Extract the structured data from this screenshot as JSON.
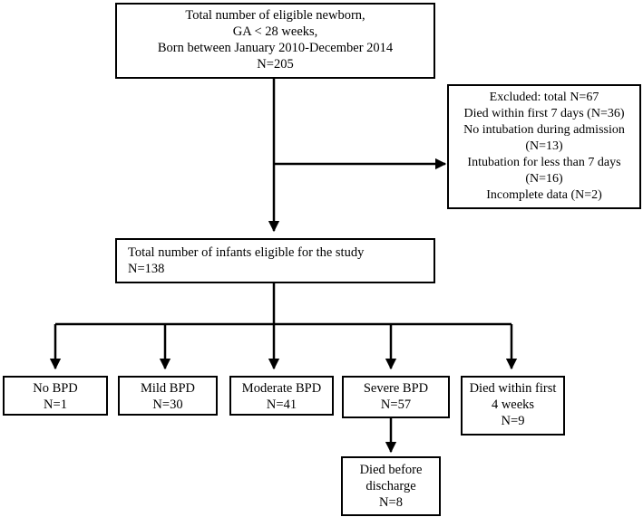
{
  "boxes": {
    "eligible_newborn": {
      "lines": [
        "Total number of eligible  newborn,",
        "GA < 28 weeks,",
        "Born between January 2010-December 2014",
        "N=205"
      ]
    },
    "excluded": {
      "lines": [
        "Excluded:  total N=67",
        "Died within  first 7 days  (N=36)",
        "No intubation during admission",
        "(N=13)",
        "Intubation  for less than 7 days",
        "(N=16)",
        "Incomplete data (N=2)"
      ]
    },
    "study_infants": {
      "lines": [
        "Total number of infants eligible  for the study",
        "N=138"
      ]
    },
    "no_bpd": {
      "lines": [
        "No BPD",
        "N=1"
      ]
    },
    "mild_bpd": {
      "lines": [
        "Mild  BPD",
        "N=30"
      ]
    },
    "moderate_bpd": {
      "lines": [
        "Moderate BPD",
        "N=41"
      ]
    },
    "severe_bpd": {
      "lines": [
        "Severe BPD",
        "N=57"
      ]
    },
    "died_first_4_weeks": {
      "lines": [
        "Died within first",
        "4 weeks",
        "N=9"
      ]
    },
    "died_before_discharge": {
      "lines": [
        "Died before",
        "discharge",
        "N=8"
      ]
    }
  }
}
